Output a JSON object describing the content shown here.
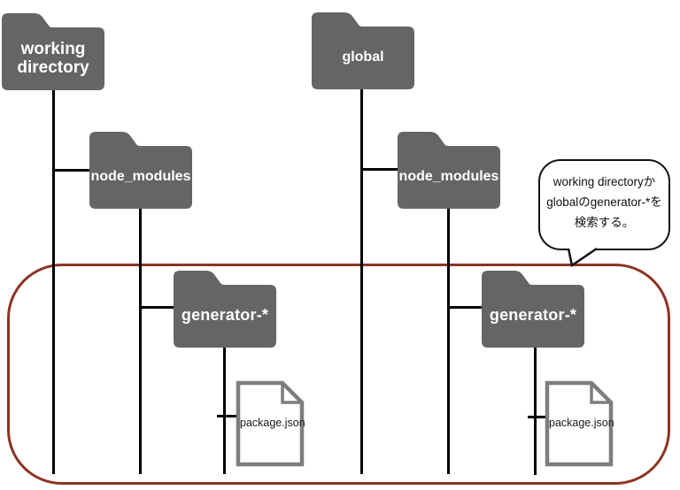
{
  "colors": {
    "folder_fill": "#656567",
    "folder_text": "#ffffff",
    "file_border": "#7d7d7d",
    "file_text": "#1a1a1a",
    "connector": "#000000",
    "highlight_box": "#8e3322",
    "callout_border": "#111111",
    "background": "#ffffff"
  },
  "nodes": {
    "working_directory": {
      "label": "working directory"
    },
    "global_dir": {
      "label": "global"
    },
    "node_modules_left": {
      "label": "node_modules"
    },
    "node_modules_right": {
      "label": "node_modules"
    },
    "generator_left": {
      "label": "generator-*"
    },
    "generator_right": {
      "label": "generator-*"
    },
    "package_json_left": {
      "label": "package.json"
    },
    "package_json_right": {
      "label": "package.json"
    }
  },
  "callout": {
    "line1": "working directoryか",
    "line2": "globalのgenerator-*を",
    "line3": "検索する。",
    "full_text": "working directoryかglobalのgenerator-*を検索する。"
  }
}
